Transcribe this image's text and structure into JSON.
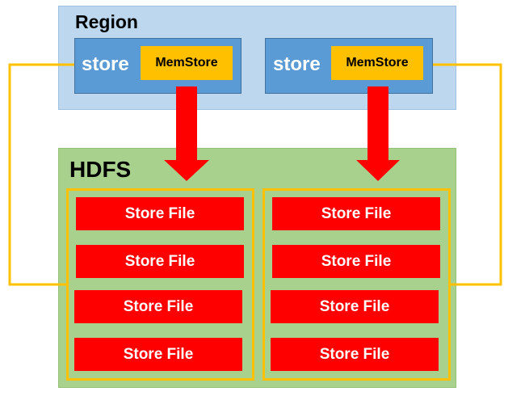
{
  "region": {
    "title": "Region",
    "stores": [
      {
        "label": "store",
        "memstore": "MemStore"
      },
      {
        "label": "store",
        "memstore": "MemStore"
      }
    ]
  },
  "hdfs": {
    "title": "HDFS",
    "groups": [
      {
        "files": [
          "Store File",
          "Store File",
          "Store File",
          "Store File"
        ]
      },
      {
        "files": [
          "Store File",
          "Store File",
          "Store File",
          "Store File"
        ]
      }
    ]
  },
  "colors": {
    "region_background": "#bdd7ee",
    "store_fill": "#5b9bd5",
    "memstore_fill": "#ffc000",
    "hdfs_background": "#a9d18e",
    "store_file_fill": "#ff0000",
    "flush_arrow": "#ff0000",
    "connector": "#ffc000"
  }
}
